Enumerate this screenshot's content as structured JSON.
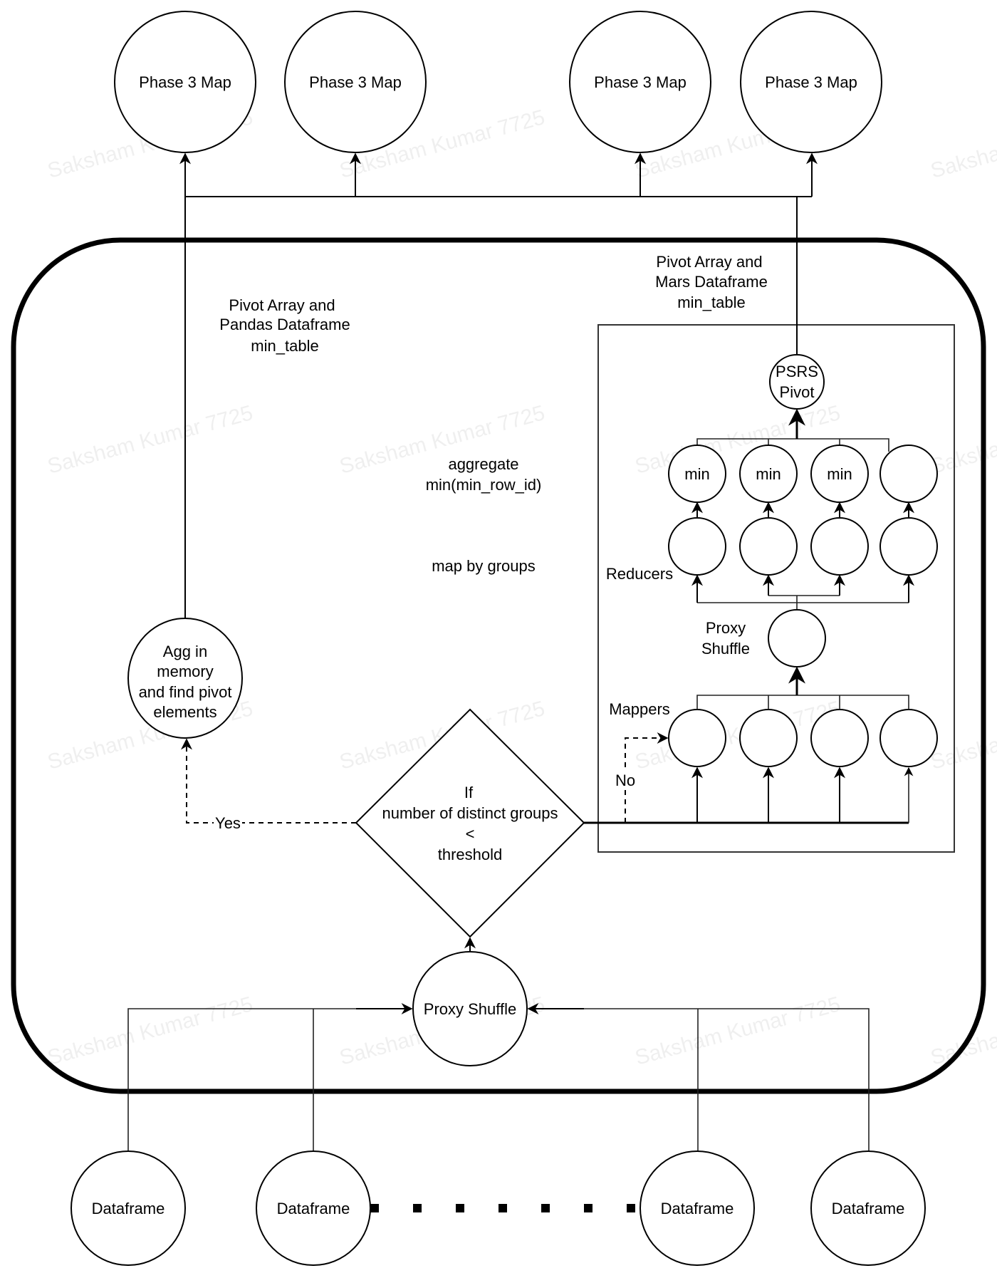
{
  "diagram": {
    "phase3_nodes": [
      "Phase 3 Map",
      "Phase 3 Map",
      "Phase 3 Map",
      "Phase 3 Map"
    ],
    "left_branch_label": [
      "Pivot Array and",
      "Pandas Dataframe",
      "min_table"
    ],
    "right_branch_label": [
      "Pivot Array and",
      "Mars Dataframe",
      "min_table"
    ],
    "psrs_pivot": [
      "PSRS",
      "Pivot"
    ],
    "aggregate_label": [
      "aggregate",
      "min(min_row_id)"
    ],
    "map_by_groups_label": "map by groups",
    "min_nodes": [
      "min",
      "min",
      "min",
      ""
    ],
    "reducers_label": "Reducers",
    "inner_proxy_shuffle_label": [
      "Proxy",
      "Shuffle"
    ],
    "mappers_label": "Mappers",
    "agg_in_memory": [
      "Agg in",
      "memory",
      "and find pivot",
      "elements"
    ],
    "decision": [
      "If",
      "number of distinct groups",
      "<",
      "threshold"
    ],
    "yes_label": "Yes",
    "no_label": "No",
    "proxy_shuffle": "Proxy Shuffle",
    "dataframe_nodes": [
      "Dataframe",
      "Dataframe",
      "Dataframe",
      "Dataframe"
    ],
    "ellipsis_dots": 7,
    "watermark": "Saksham Kumar 7725"
  }
}
